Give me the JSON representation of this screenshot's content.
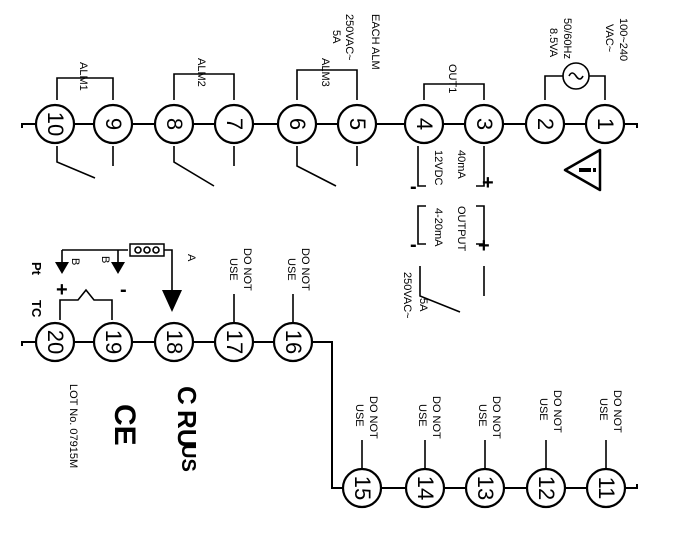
{
  "terminals": [
    {
      "id": "t1",
      "num": "1"
    },
    {
      "id": "t2",
      "num": "2"
    },
    {
      "id": "t3",
      "num": "3"
    },
    {
      "id": "t4",
      "num": "4"
    },
    {
      "id": "t5",
      "num": "5"
    },
    {
      "id": "t6",
      "num": "6"
    },
    {
      "id": "t7",
      "num": "7"
    },
    {
      "id": "t8",
      "num": "8"
    },
    {
      "id": "t9",
      "num": "9"
    },
    {
      "id": "t10",
      "num": "10"
    },
    {
      "id": "t11",
      "num": "11"
    },
    {
      "id": "t12",
      "num": "12"
    },
    {
      "id": "t13",
      "num": "13"
    },
    {
      "id": "t14",
      "num": "14"
    },
    {
      "id": "t15",
      "num": "15"
    },
    {
      "id": "t16",
      "num": "16"
    },
    {
      "id": "t17",
      "num": "17"
    },
    {
      "id": "t18",
      "num": "18"
    },
    {
      "id": "t19",
      "num": "19"
    },
    {
      "id": "t20",
      "num": "20"
    }
  ],
  "power": {
    "line1": "100~240",
    "line2": "VAC~",
    "line3": "50/60Hz",
    "line4": "8.5VA"
  },
  "outputs": {
    "out1": "OUT1",
    "dc_v": "12VDC",
    "dc_a": "40mA",
    "ma_a": "4-20mA",
    "ma_b": "OUTPUT",
    "relay_a": "5A",
    "relay_b": "250VAC~",
    "plus": "+",
    "minus": "-"
  },
  "alarms": {
    "alm1": "ALM1",
    "alm2": "ALM2",
    "alm3": "ALM3",
    "each1": "EACH ALM",
    "each2": "250VAC~",
    "each3": "5A"
  },
  "do_not_use": {
    "line1": "DO NOT",
    "line2": "USE"
  },
  "input": {
    "pt": "Pt",
    "tc": "TC",
    "a": "A",
    "b": "B",
    "plus": "+",
    "minus": "-"
  },
  "cert": {
    "c": "C",
    "ru": "RU",
    "us": "US",
    "ce": "CE"
  },
  "lot": "LOT No. 07915M"
}
